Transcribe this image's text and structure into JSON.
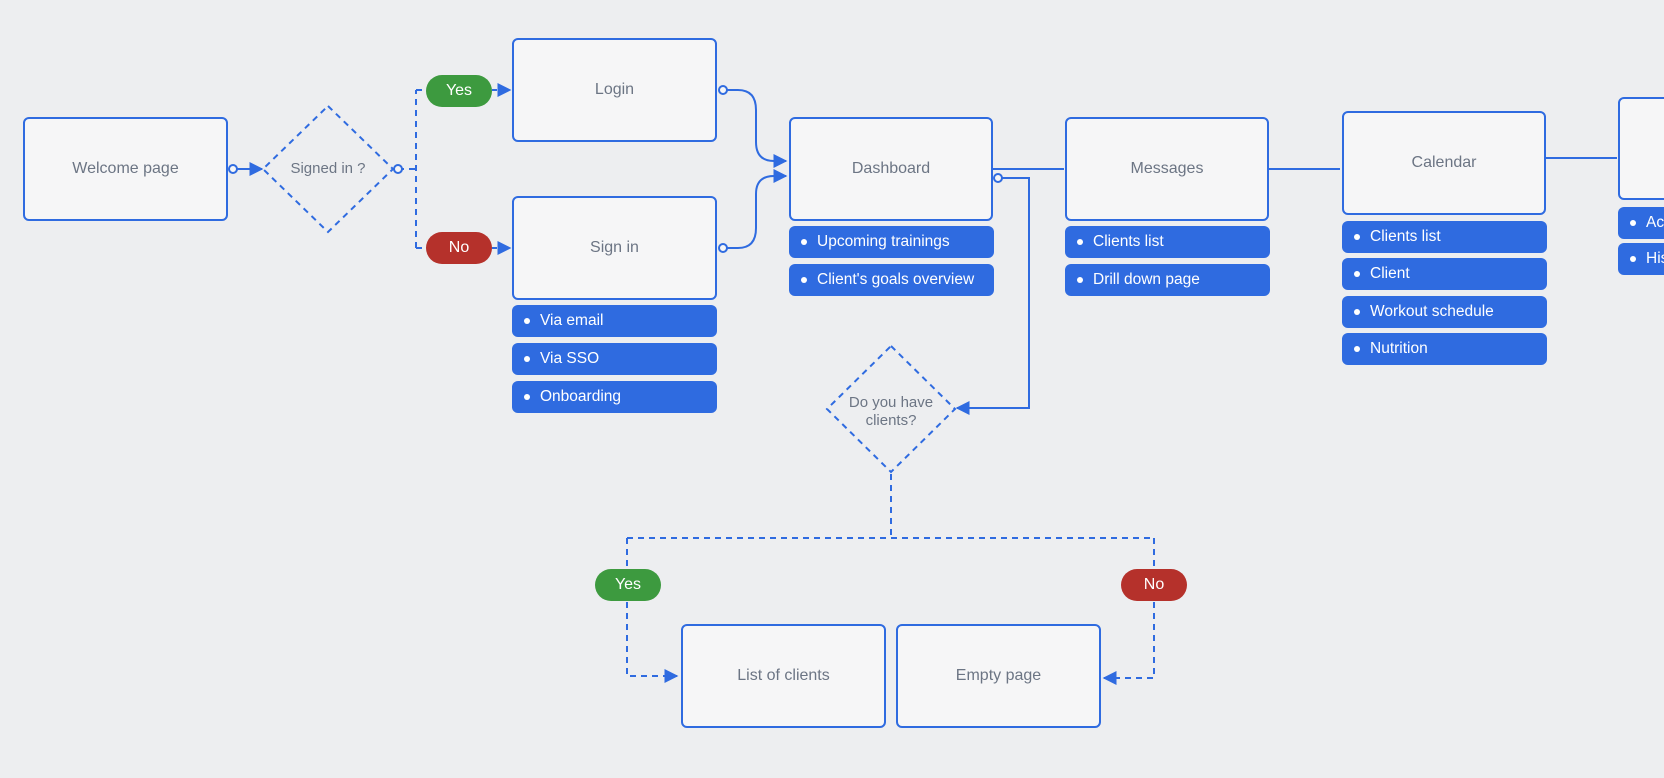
{
  "colors": {
    "accent": "#2f6be0",
    "yes": "#3d9a3f",
    "no": "#b5312b",
    "node_bg": "#f6f6f7",
    "canvas_bg": "#edeef0"
  },
  "nodes": {
    "welcome": "Welcome page",
    "login": "Login",
    "signin": "Sign in",
    "dashboard": "Dashboard",
    "messages": "Messages",
    "calendar": "Calendar",
    "list_of_clients": "List of clients",
    "empty_page": "Empty page"
  },
  "decisions": {
    "signed_in": "Signed in ?",
    "have_clients_line1": "Do you have",
    "have_clients_line2": "clients?"
  },
  "branches": {
    "yes": "Yes",
    "no": "No"
  },
  "tags": {
    "signin": [
      "Via email",
      "Via SSO",
      "Onboarding"
    ],
    "dashboard": [
      "Upcoming trainings",
      "Client's goals overview"
    ],
    "messages": [
      "Clients list",
      "Drill down page"
    ],
    "calendar": [
      "Clients list",
      "Client",
      "Workout schedule",
      "Nutrition"
    ],
    "cutoff": [
      "Ac",
      "His"
    ]
  }
}
